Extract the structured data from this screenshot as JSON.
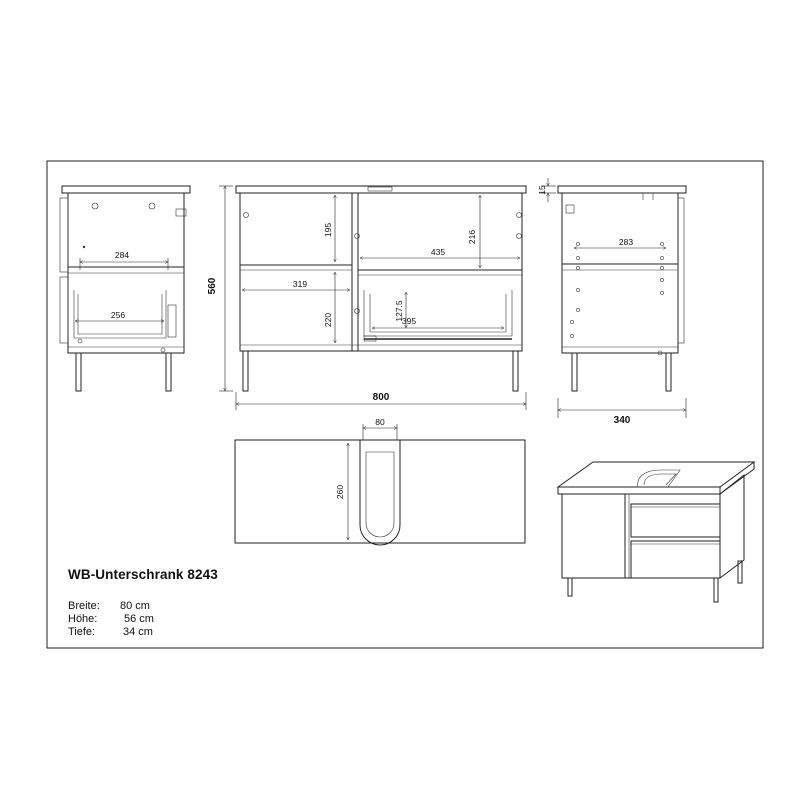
{
  "title": "WB-Unterschrank 8243",
  "specs": [
    {
      "label": "Breite:",
      "value": "80 cm"
    },
    {
      "label": "Höhe:",
      "value": "56 cm"
    },
    {
      "label": "Tiefe:",
      "value": "34 cm"
    }
  ],
  "dimensions": {
    "left_view_upper_width": "284",
    "left_view_lower_width": "256",
    "front_left_top_height": "195",
    "front_left_shelf_width": "319",
    "front_left_bottom_height": "220",
    "front_right_width": "435",
    "front_right_height": "216",
    "front_drawer_height": "127.5",
    "front_drawer_width": "395",
    "front_total_width": "800",
    "total_height": "560",
    "top_thickness": "15",
    "side_view_width": "283",
    "side_total_depth": "340",
    "cutout_width": "80",
    "cutout_depth": "260"
  }
}
